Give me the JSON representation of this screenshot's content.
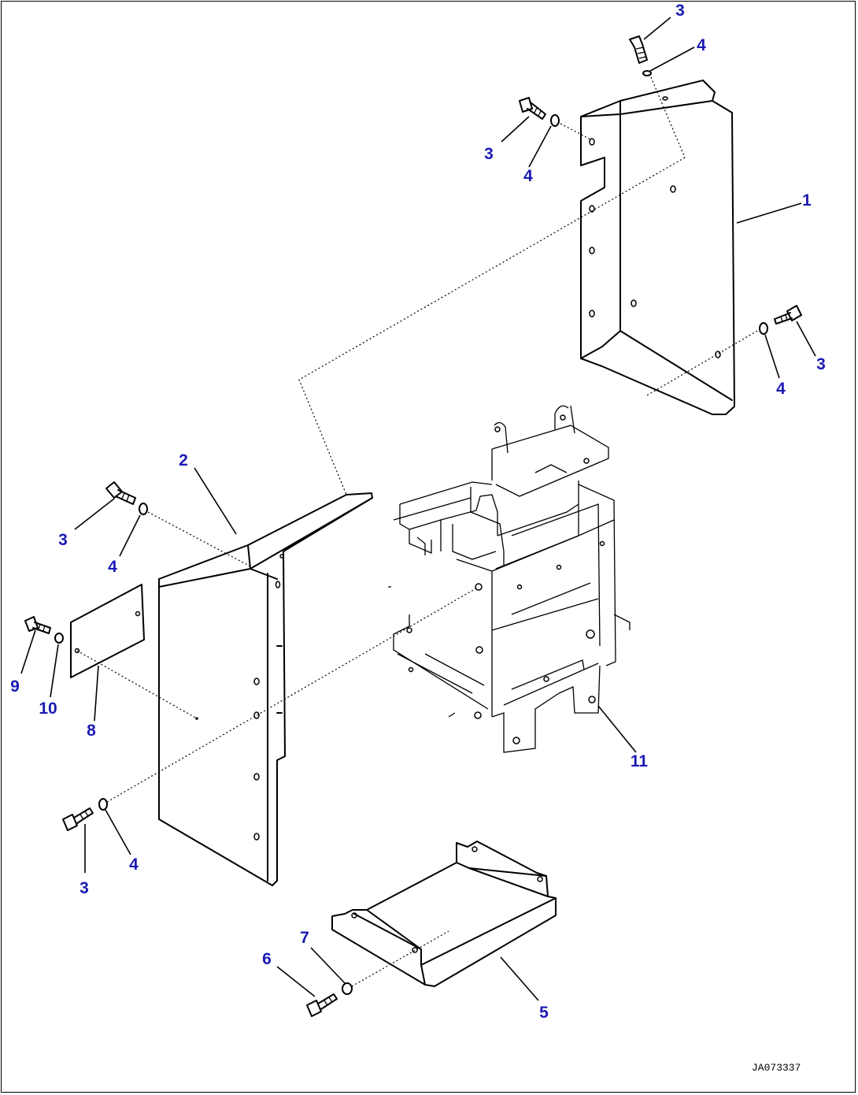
{
  "diagram": {
    "label_color": "#1a1ab4",
    "line_color": "#000000",
    "drawing_code": "JA073337",
    "callouts": [
      {
        "id": "c3a",
        "text": "3"
      },
      {
        "id": "c4a",
        "text": "4"
      },
      {
        "id": "c3b",
        "text": "3"
      },
      {
        "id": "c4b",
        "text": "4"
      },
      {
        "id": "c1",
        "text": "1"
      },
      {
        "id": "c3c",
        "text": "3"
      },
      {
        "id": "c4c",
        "text": "4"
      },
      {
        "id": "c2",
        "text": "2"
      },
      {
        "id": "c3d",
        "text": "3"
      },
      {
        "id": "c4d",
        "text": "4"
      },
      {
        "id": "c9",
        "text": "9"
      },
      {
        "id": "c10",
        "text": "10"
      },
      {
        "id": "c8",
        "text": "8"
      },
      {
        "id": "c11",
        "text": "11"
      },
      {
        "id": "c3e",
        "text": "3"
      },
      {
        "id": "c4e",
        "text": "4"
      },
      {
        "id": "c7",
        "text": "7"
      },
      {
        "id": "c6",
        "text": "6"
      },
      {
        "id": "c5",
        "text": "5"
      }
    ]
  }
}
